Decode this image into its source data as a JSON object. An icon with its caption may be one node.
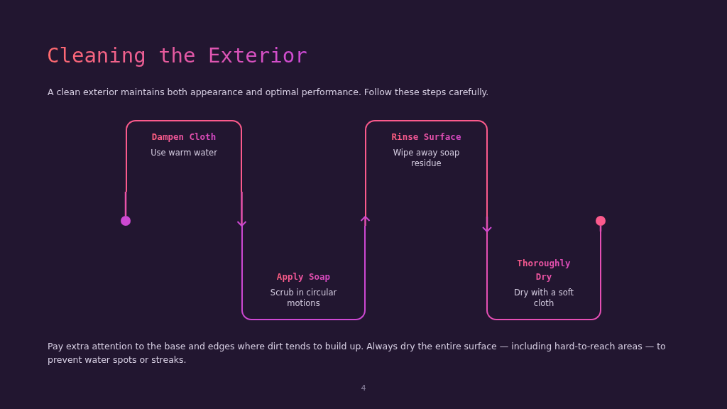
{
  "diagram": {
    "title": "Cleaning the Exterior",
    "nodes": [
      {
        "text": [],
        "shape": "circle"
      },
      {
        "text": [
          "Dampen Cloth",
          "Use warm water"
        ]
      },
      {
        "text": [
          "Apply Soap",
          "Scrub in circular motions"
        ]
      },
      {
        "text": [
          "Rinse Surface",
          "Wipe away soap residue"
        ]
      },
      {
        "text": [
          "Thoroughly Dry",
          "Dry with a soft cloth"
        ]
      },
      {
        "text": [],
        "shape": "circle"
      }
    ],
    "edges": [
      {
        "from": 0,
        "to": 1,
        "arrow": "none"
      },
      {
        "from": 1,
        "to": 2,
        "arrow": "to"
      },
      {
        "from": 2,
        "to": 3,
        "arrow": "to"
      },
      {
        "from": 3,
        "to": 4,
        "arrow": "to"
      },
      {
        "from": 4,
        "to": 5,
        "arrow": "none"
      }
    ],
    "labels": [
      "A clean exterior maintains both appearance and optimal performance. Follow these steps carefully.",
      "Pay extra attention to the base and edges where dirt tends to build up. Always dry the entire surface — including hard-to-reach areas — to prevent water spots or streaks.",
      "4"
    ]
  }
}
